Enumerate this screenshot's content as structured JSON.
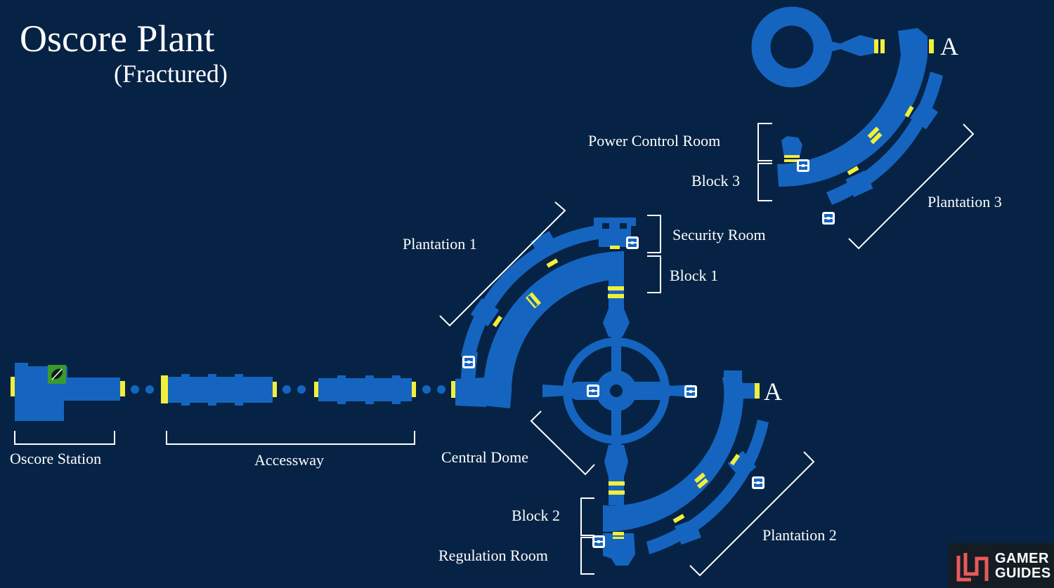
{
  "title": "Oscore Plant",
  "subtitle": "(Fractured)",
  "areas": {
    "oscore_station": "Oscore Station",
    "accessway": "Accessway",
    "central_dome": "Central Dome",
    "plantation_1": "Plantation 1",
    "plantation_2": "Plantation 2",
    "plantation_3": "Plantation 3",
    "security_room": "Security Room",
    "block_1": "Block 1",
    "block_2": "Block 2",
    "block_3": "Block 3",
    "power_control_room": "Power Control Room",
    "regulation_room": "Regulation Room"
  },
  "markers": {
    "connector_top": "A",
    "connector_bottom": "A"
  },
  "icons": {
    "chest": "treasure-chest-icon",
    "save": "leaf-save-point-icon"
  },
  "colors": {
    "background": "#062345",
    "room": "#1565c0",
    "door": "#f2ef3a",
    "text": "#ffffff"
  },
  "logo": {
    "line1": "GAMER",
    "line2": "GUIDES"
  }
}
